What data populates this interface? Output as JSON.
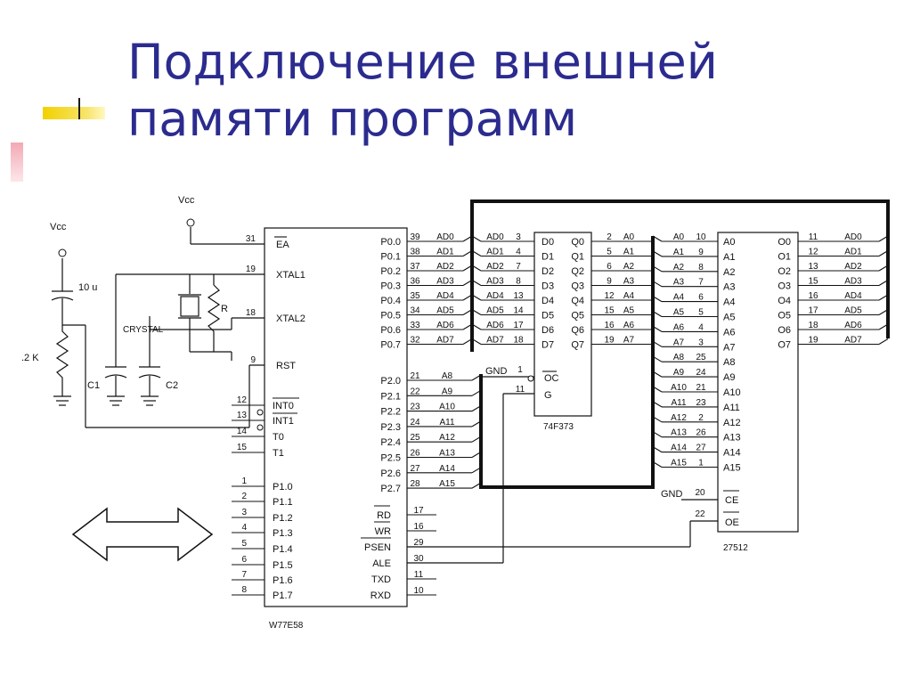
{
  "slide": {
    "title_lines": [
      "Подключение внешней",
      "памяти программ"
    ]
  },
  "schematic": {
    "vcc_left": "Vcc",
    "vcc_top": "Vcc",
    "cap_10u": "10 u",
    "res_8k2": ".2 K",
    "crystal": "CRYSTAL",
    "r_label": "R",
    "c1": "C1",
    "c2": "C2",
    "mcu": {
      "name": "W77E58",
      "left_pins": [
        {
          "num": "31",
          "name": "EA"
        },
        {
          "num": "19",
          "name": "XTAL1"
        },
        {
          "num": "18",
          "name": "XTAL2"
        },
        {
          "num": "9",
          "name": "RST"
        },
        {
          "num": "12",
          "name": "INT0"
        },
        {
          "num": "13",
          "name": "INT1"
        },
        {
          "num": "14",
          "name": "T0"
        },
        {
          "num": "15",
          "name": "T1"
        },
        {
          "num": "1",
          "name": "P1.0"
        },
        {
          "num": "2",
          "name": "P1.1"
        },
        {
          "num": "3",
          "name": "P1.2"
        },
        {
          "num": "4",
          "name": "P1.3"
        },
        {
          "num": "5",
          "name": "P1.4"
        },
        {
          "num": "6",
          "name": "P1.5"
        },
        {
          "num": "7",
          "name": "P1.6"
        },
        {
          "num": "8",
          "name": "P1.7"
        }
      ],
      "p0": [
        {
          "name": "P0.0",
          "num": "39",
          "sig": "AD0"
        },
        {
          "name": "P0.1",
          "num": "38",
          "sig": "AD1"
        },
        {
          "name": "P0.2",
          "num": "37",
          "sig": "AD2"
        },
        {
          "name": "P0.3",
          "num": "36",
          "sig": "AD3"
        },
        {
          "name": "P0.4",
          "num": "35",
          "sig": "AD4"
        },
        {
          "name": "P0.5",
          "num": "34",
          "sig": "AD5"
        },
        {
          "name": "P0.6",
          "num": "33",
          "sig": "AD6"
        },
        {
          "name": "P0.7",
          "num": "32",
          "sig": "AD7"
        }
      ],
      "p2": [
        {
          "name": "P2.0",
          "num": "21",
          "sig": "A8"
        },
        {
          "name": "P2.1",
          "num": "22",
          "sig": "A9"
        },
        {
          "name": "P2.2",
          "num": "23",
          "sig": "A10"
        },
        {
          "name": "P2.3",
          "num": "24",
          "sig": "A11"
        },
        {
          "name": "P2.4",
          "num": "25",
          "sig": "A12"
        },
        {
          "name": "P2.5",
          "num": "26",
          "sig": "A13"
        },
        {
          "name": "P2.6",
          "num": "27",
          "sig": "A14"
        },
        {
          "name": "P2.7",
          "num": "28",
          "sig": "A15"
        }
      ],
      "ctrl": [
        {
          "name": "RD",
          "num": "17"
        },
        {
          "name": "WR",
          "num": "16"
        },
        {
          "name": "PSEN",
          "num": "29"
        },
        {
          "name": "ALE",
          "num": "30"
        },
        {
          "name": "TXD",
          "num": "11"
        },
        {
          "name": "RXD",
          "num": "10"
        }
      ]
    },
    "latch": {
      "name": "74F373",
      "inputs": [
        {
          "sig": "AD0",
          "num": "3",
          "pin": "D0"
        },
        {
          "sig": "AD1",
          "num": "4",
          "pin": "D1"
        },
        {
          "sig": "AD2",
          "num": "7",
          "pin": "D2"
        },
        {
          "sig": "AD3",
          "num": "8",
          "pin": "D3"
        },
        {
          "sig": "AD4",
          "num": "13",
          "pin": "D4"
        },
        {
          "sig": "AD5",
          "num": "14",
          "pin": "D5"
        },
        {
          "sig": "AD6",
          "num": "17",
          "pin": "D6"
        },
        {
          "sig": "AD7",
          "num": "18",
          "pin": "D7"
        }
      ],
      "outputs": [
        {
          "pin": "Q0",
          "num": "2",
          "sig": "A0"
        },
        {
          "pin": "Q1",
          "num": "5",
          "sig": "A1"
        },
        {
          "pin": "Q2",
          "num": "6",
          "sig": "A2"
        },
        {
          "pin": "Q3",
          "num": "9",
          "sig": "A3"
        },
        {
          "pin": "Q4",
          "num": "12",
          "sig": "A4"
        },
        {
          "pin": "Q5",
          "num": "15",
          "sig": "A5"
        },
        {
          "pin": "Q6",
          "num": "16",
          "sig": "A6"
        },
        {
          "pin": "Q7",
          "num": "19",
          "sig": "A7"
        }
      ],
      "oc": {
        "net": "GND",
        "num": "1",
        "pin": "OC"
      },
      "g": {
        "num": "11",
        "pin": "G"
      }
    },
    "eprom": {
      "name": "27512",
      "addr": [
        {
          "sig": "A0",
          "num": "10",
          "pin": "A0"
        },
        {
          "sig": "A1",
          "num": "9",
          "pin": "A1"
        },
        {
          "sig": "A2",
          "num": "8",
          "pin": "A2"
        },
        {
          "sig": "A3",
          "num": "7",
          "pin": "A3"
        },
        {
          "sig": "A4",
          "num": "6",
          "pin": "A4"
        },
        {
          "sig": "A5",
          "num": "5",
          "pin": "A5"
        },
        {
          "sig": "A6",
          "num": "4",
          "pin": "A6"
        },
        {
          "sig": "A7",
          "num": "3",
          "pin": "A7"
        },
        {
          "sig": "A8",
          "num": "25",
          "pin": "A8"
        },
        {
          "sig": "A9",
          "num": "24",
          "pin": "A9"
        },
        {
          "sig": "A10",
          "num": "21",
          "pin": "A10"
        },
        {
          "sig": "A11",
          "num": "23",
          "pin": "A11"
        },
        {
          "sig": "A12",
          "num": "2",
          "pin": "A12"
        },
        {
          "sig": "A13",
          "num": "26",
          "pin": "A13"
        },
        {
          "sig": "A14",
          "num": "27",
          "pin": "A14"
        },
        {
          "sig": "A15",
          "num": "1",
          "pin": "A15"
        }
      ],
      "data": [
        {
          "pin": "O0",
          "num": "11",
          "sig": "AD0"
        },
        {
          "pin": "O1",
          "num": "12",
          "sig": "AD1"
        },
        {
          "pin": "O2",
          "num": "13",
          "sig": "AD2"
        },
        {
          "pin": "O3",
          "num": "15",
          "sig": "AD3"
        },
        {
          "pin": "O4",
          "num": "16",
          "sig": "AD4"
        },
        {
          "pin": "O5",
          "num": "17",
          "sig": "AD5"
        },
        {
          "pin": "O6",
          "num": "18",
          "sig": "AD6"
        },
        {
          "pin": "O7",
          "num": "19",
          "sig": "AD7"
        }
      ],
      "ce": {
        "net": "GND",
        "num": "20",
        "pin": "CE"
      },
      "oe": {
        "num": "22",
        "pin": "OE"
      }
    }
  }
}
